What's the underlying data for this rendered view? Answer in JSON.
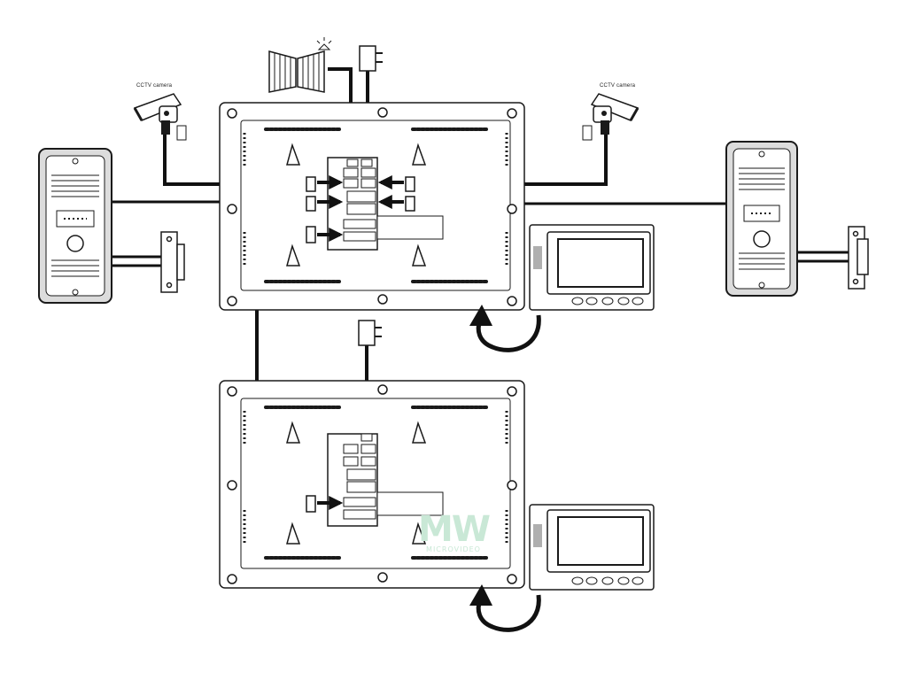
{
  "labels": {
    "cctv_left": "CCTV camera",
    "cctv_right": "CCTV camera"
  },
  "watermark": {
    "logo": "MW",
    "subtitle": "MICROVIDEO"
  },
  "colors": {
    "line": "#111111",
    "panel": "#ffffff",
    "panel_outline": "#1a1a1a",
    "screen": "#9a9a9a",
    "outdoor_panel": "#dcdcdc",
    "watermark": "#c9e8d6"
  },
  "icons": [
    "cctv-camera-icon",
    "door-station-icon",
    "electric-lock-icon",
    "power-adapter-icon",
    "gate-icon",
    "alarm-icon",
    "monitor-icon",
    "arrow-icon",
    "mounting-screw-icon"
  ]
}
